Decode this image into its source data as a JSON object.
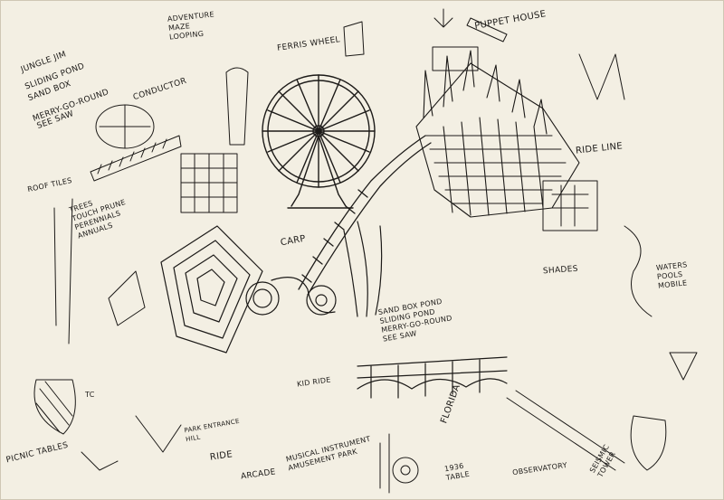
{
  "labels": {
    "jungle_gym": "JUNGLE JIM",
    "sliding_pond": "SLIDING POND",
    "sand_box": "SAND BOX",
    "merry_go_round": "MERRY-GO-ROUND",
    "see_saw": "SEE SAW",
    "adventure_maze": "ADVENTURE\nMAZE\nLOOPING",
    "conductor": "CONDUCTOR",
    "ferris_wheel": "FERRIS WHEEL",
    "puppet_house": "PUPPET HOUSE",
    "roof_tiles": "ROOF TILES",
    "trees": "TREES\nTOUCH PRUNE\nPERENNIALS\nANNUALS",
    "ride_line": "RIDE LINE",
    "carp": "CARP",
    "shades": "SHADES",
    "waters": "WATERS\nPOOLS\nMOBILE",
    "kid_ride": "KID RIDE",
    "sand_list": "SAND BOX POND\nSLIDING POND\nMERRY-GO-ROUND\nSEE SAW",
    "florida": "FLORIDA",
    "picnic_tables": "PICNIC TABLES",
    "ride": "RIDE",
    "arcade": "ARCADE",
    "musical_instrument": "MUSICAL INSTRUMENT\nAMUSEMENT PARK",
    "year_table": "1936\nTABLE",
    "observatory": "OBSERVATORY",
    "seismic_tower": "SEISMIC\nTOWER",
    "tc": "TC",
    "park_entrance": "PARK ENTRANCE\nHILL"
  }
}
